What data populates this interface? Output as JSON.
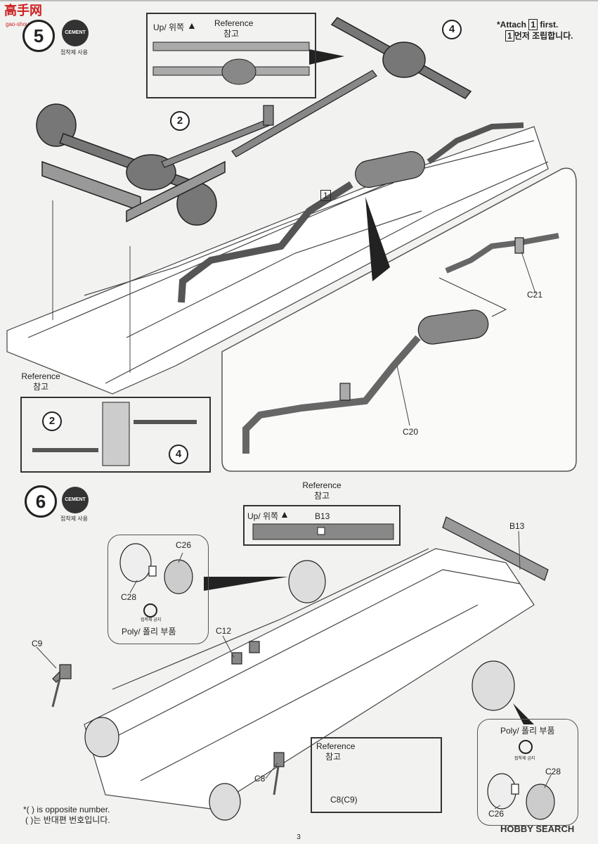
{
  "watermark_top": {
    "line1": "高手网",
    "line2": "gao-shou.com"
  },
  "step5": {
    "number": "5",
    "cement_label": "CEMENT",
    "cement_caption": "접착제 사용",
    "ref_box": {
      "label": "Up/ 위쪽",
      "reference": "Reference",
      "reference_kr": "참고"
    },
    "attach_note": {
      "line1": "*Attach ",
      "box": "1",
      "line1_end": " first.",
      "line2_box": "1",
      "line2": "먼저 조립합니다."
    },
    "sub_numbers": [
      "2",
      "4",
      "2",
      "4"
    ],
    "box_marker": "1",
    "ref_lower": {
      "reference": "Reference",
      "reference_kr": "참고"
    },
    "parts": {
      "c21": "C21",
      "c20": "C20"
    }
  },
  "step6": {
    "number": "6",
    "cement_label": "CEMENT",
    "cement_caption": "접착제 사용",
    "reference": "Reference",
    "reference_kr": "참고",
    "up_label": "Up/ 위쪽",
    "b13_ref": "B13",
    "parts": {
      "b13": "B13",
      "c26a": "C26",
      "c28a": "C28",
      "c12": "C12",
      "c9": "C9",
      "c8": "C8",
      "c8c9": "C8(C9)",
      "c26b": "C26",
      "c28b": "C28"
    },
    "poly_label": "Poly/ 폴리 부품",
    "no_cement": "접착제 금지",
    "ref_inset": {
      "reference": "Reference",
      "reference_kr": "참고"
    }
  },
  "footnote": {
    "line1": "*(    ) is opposite number.",
    "line2": "(    )는 반대편 번호입니다."
  },
  "page_number": "3",
  "watermark_bottom": "HOBBY SEARCH"
}
